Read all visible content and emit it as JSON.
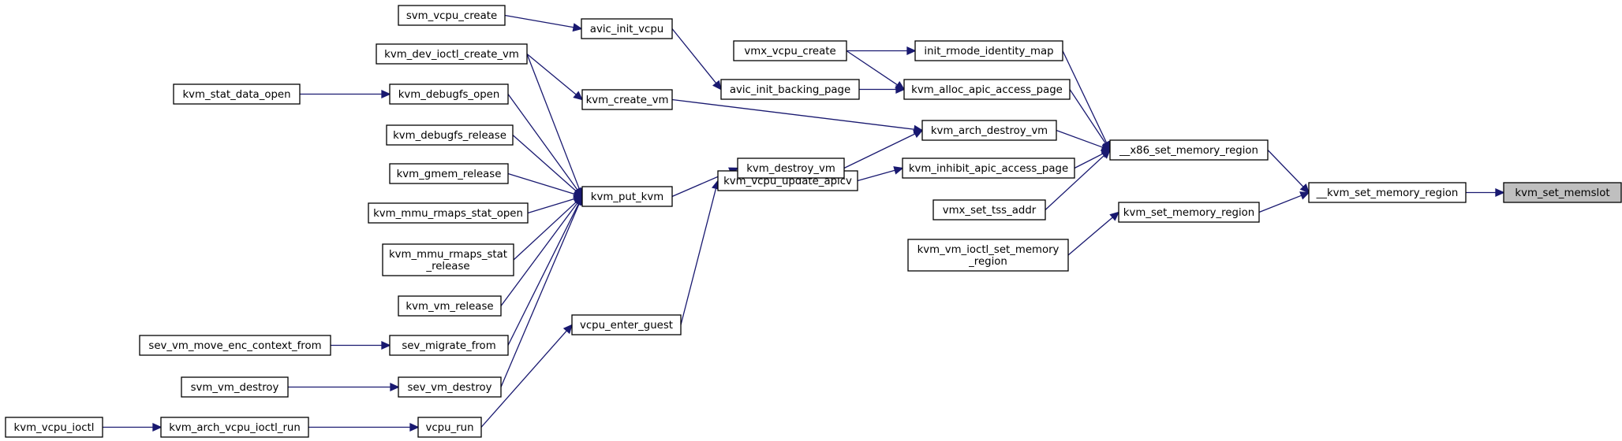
{
  "diagram": {
    "colors": {
      "node_fill": "#ffffff",
      "highlight_fill": "#bfbfbf",
      "edge": "#191970",
      "border": "#000000"
    },
    "nodes": [
      {
        "id": "svm_vcpu_create",
        "lines": [
          "svm_vcpu_create"
        ]
      },
      {
        "id": "avic_init_vcpu",
        "lines": [
          "avic_init_vcpu"
        ]
      },
      {
        "id": "kvm_dev_ioctl_create_vm",
        "lines": [
          "kvm_dev_ioctl_create_vm"
        ]
      },
      {
        "id": "kvm_stat_data_open",
        "lines": [
          "kvm_stat_data_open"
        ]
      },
      {
        "id": "kvm_debugfs_open",
        "lines": [
          "kvm_debugfs_open"
        ]
      },
      {
        "id": "kvm_create_vm",
        "lines": [
          "kvm_create_vm"
        ]
      },
      {
        "id": "kvm_debugfs_release",
        "lines": [
          "kvm_debugfs_release"
        ]
      },
      {
        "id": "kvm_gmem_release",
        "lines": [
          "kvm_gmem_release"
        ]
      },
      {
        "id": "kvm_put_kvm",
        "lines": [
          "kvm_put_kvm"
        ]
      },
      {
        "id": "kvm_mmu_rmaps_stat_open",
        "lines": [
          "kvm_mmu_rmaps_stat_open"
        ]
      },
      {
        "id": "kvm_mmu_rmaps_stat_release",
        "lines": [
          "kvm_mmu_rmaps_stat",
          "_release"
        ]
      },
      {
        "id": "kvm_vm_release",
        "lines": [
          "kvm_vm_release"
        ]
      },
      {
        "id": "sev_vm_move_enc_context_from",
        "lines": [
          "sev_vm_move_enc_context_from"
        ]
      },
      {
        "id": "sev_migrate_from",
        "lines": [
          "sev_migrate_from"
        ]
      },
      {
        "id": "svm_vm_destroy",
        "lines": [
          "svm_vm_destroy"
        ]
      },
      {
        "id": "sev_vm_destroy",
        "lines": [
          "sev_vm_destroy"
        ]
      },
      {
        "id": "kvm_vcpu_ioctl",
        "lines": [
          "kvm_vcpu_ioctl"
        ]
      },
      {
        "id": "kvm_arch_vcpu_ioctl_run",
        "lines": [
          "kvm_arch_vcpu_ioctl_run"
        ]
      },
      {
        "id": "vcpu_run",
        "lines": [
          "vcpu_run"
        ]
      },
      {
        "id": "vcpu_enter_guest",
        "lines": [
          "vcpu_enter_guest"
        ]
      },
      {
        "id": "kvm_vcpu_update_apicv",
        "lines": [
          "kvm_vcpu_update_apicv"
        ]
      },
      {
        "id": "kvm_destroy_vm",
        "lines": [
          "kvm_destroy_vm"
        ]
      },
      {
        "id": "avic_init_backing_page",
        "lines": [
          "avic_init_backing_page"
        ]
      },
      {
        "id": "vmx_vcpu_create",
        "lines": [
          "vmx_vcpu_create"
        ]
      },
      {
        "id": "init_rmode_identity_map",
        "lines": [
          "init_rmode_identity_map"
        ]
      },
      {
        "id": "kvm_alloc_apic_access_page",
        "lines": [
          "kvm_alloc_apic_access_page"
        ]
      },
      {
        "id": "kvm_arch_destroy_vm",
        "lines": [
          "kvm_arch_destroy_vm"
        ]
      },
      {
        "id": "kvm_inhibit_apic_access_page",
        "lines": [
          "kvm_inhibit_apic_access_page"
        ]
      },
      {
        "id": "vmx_set_tss_addr",
        "lines": [
          "vmx_set_tss_addr"
        ]
      },
      {
        "id": "x86_set_memory_region",
        "lines": [
          "__x86_set_memory_region"
        ]
      },
      {
        "id": "kvm_set_memory_region",
        "lines": [
          "kvm_set_memory_region"
        ]
      },
      {
        "id": "kvm_vm_ioctl_set_memory_region",
        "lines": [
          "kvm_vm_ioctl_set_memory",
          "_region"
        ]
      },
      {
        "id": "kvm_set_memory_region_internal",
        "lines": [
          "__kvm_set_memory_region"
        ]
      },
      {
        "id": "kvm_set_memslot",
        "lines": [
          "kvm_set_memslot"
        ],
        "highlight": true
      }
    ],
    "edges": [
      {
        "from": "svm_vcpu_create",
        "to": "avic_init_vcpu"
      },
      {
        "from": "avic_init_vcpu",
        "to": "avic_init_backing_page"
      },
      {
        "from": "kvm_dev_ioctl_create_vm",
        "to": "kvm_create_vm"
      },
      {
        "from": "kvm_dev_ioctl_create_vm",
        "to": "kvm_put_kvm"
      },
      {
        "from": "kvm_stat_data_open",
        "to": "kvm_debugfs_open"
      },
      {
        "from": "kvm_debugfs_open",
        "to": "kvm_put_kvm"
      },
      {
        "from": "kvm_create_vm",
        "to": "kvm_arch_destroy_vm"
      },
      {
        "from": "kvm_debugfs_release",
        "to": "kvm_put_kvm"
      },
      {
        "from": "kvm_gmem_release",
        "to": "kvm_put_kvm"
      },
      {
        "from": "kvm_mmu_rmaps_stat_open",
        "to": "kvm_put_kvm"
      },
      {
        "from": "kvm_mmu_rmaps_stat_release",
        "to": "kvm_put_kvm"
      },
      {
        "from": "kvm_vm_release",
        "to": "kvm_put_kvm"
      },
      {
        "from": "sev_vm_move_enc_context_from",
        "to": "sev_migrate_from"
      },
      {
        "from": "sev_migrate_from",
        "to": "kvm_put_kvm"
      },
      {
        "from": "svm_vm_destroy",
        "to": "sev_vm_destroy"
      },
      {
        "from": "sev_vm_destroy",
        "to": "kvm_put_kvm"
      },
      {
        "from": "kvm_vcpu_ioctl",
        "to": "kvm_arch_vcpu_ioctl_run"
      },
      {
        "from": "kvm_arch_vcpu_ioctl_run",
        "to": "vcpu_run"
      },
      {
        "from": "vcpu_run",
        "to": "vcpu_enter_guest"
      },
      {
        "from": "vcpu_enter_guest",
        "to": "kvm_vcpu_update_apicv"
      },
      {
        "from": "kvm_put_kvm",
        "to": "kvm_destroy_vm"
      },
      {
        "from": "kvm_destroy_vm",
        "to": "kvm_arch_destroy_vm"
      },
      {
        "from": "kvm_vcpu_update_apicv",
        "to": "kvm_inhibit_apic_access_page"
      },
      {
        "from": "avic_init_backing_page",
        "to": "kvm_alloc_apic_access_page"
      },
      {
        "from": "vmx_vcpu_create",
        "to": "init_rmode_identity_map"
      },
      {
        "from": "vmx_vcpu_create",
        "to": "kvm_alloc_apic_access_page"
      },
      {
        "from": "init_rmode_identity_map",
        "to": "x86_set_memory_region"
      },
      {
        "from": "kvm_alloc_apic_access_page",
        "to": "x86_set_memory_region"
      },
      {
        "from": "kvm_arch_destroy_vm",
        "to": "x86_set_memory_region"
      },
      {
        "from": "kvm_inhibit_apic_access_page",
        "to": "x86_set_memory_region"
      },
      {
        "from": "vmx_set_tss_addr",
        "to": "x86_set_memory_region"
      },
      {
        "from": "x86_set_memory_region",
        "to": "kvm_set_memory_region_internal"
      },
      {
        "from": "kvm_vm_ioctl_set_memory_region",
        "to": "kvm_set_memory_region"
      },
      {
        "from": "kvm_set_memory_region",
        "to": "kvm_set_memory_region_internal"
      },
      {
        "from": "kvm_set_memory_region_internal",
        "to": "kvm_set_memslot"
      }
    ]
  }
}
